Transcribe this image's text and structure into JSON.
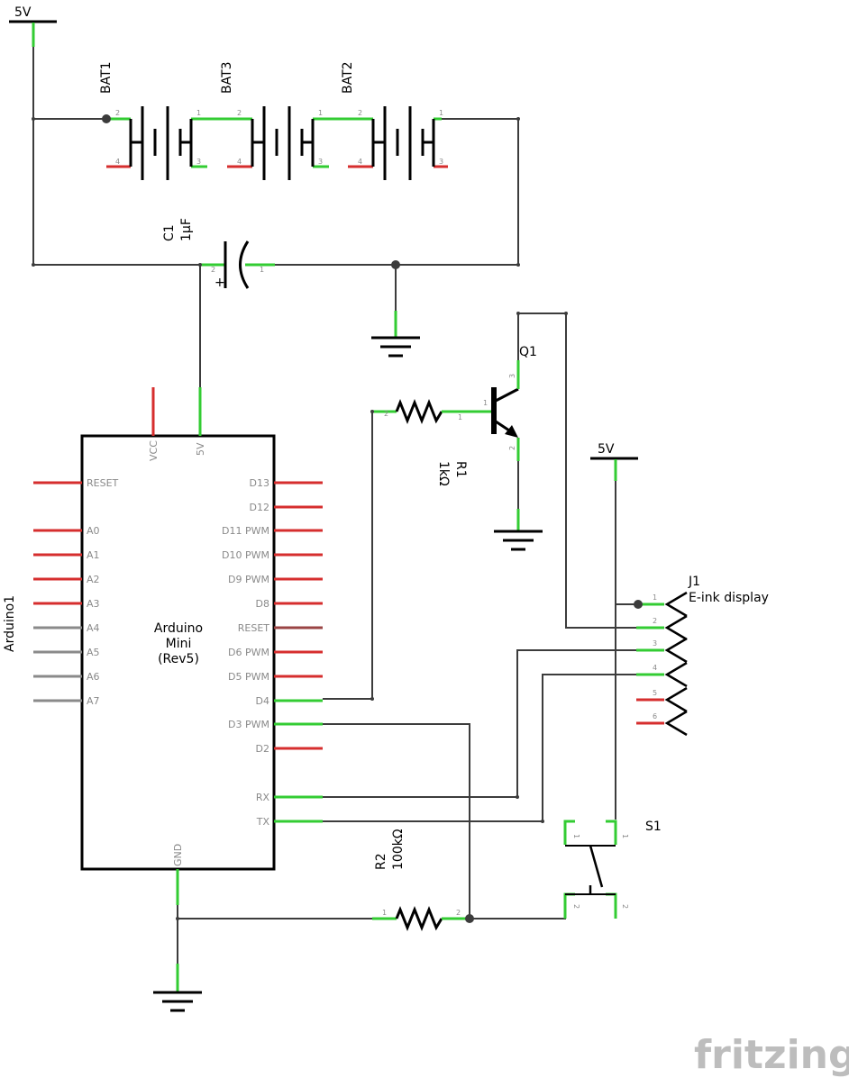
{
  "power": {
    "vcc_label": "5V"
  },
  "batteries": [
    {
      "ref": "BAT1",
      "pin_a": "2",
      "pin_b": "1",
      "pin_c": "4",
      "pin_d": "3"
    },
    {
      "ref": "BAT3",
      "pin_a": "2",
      "pin_b": "1",
      "pin_c": "4",
      "pin_d": "3"
    },
    {
      "ref": "BAT2",
      "pin_a": "2",
      "pin_b": "1",
      "pin_c": "4",
      "pin_d": "3"
    }
  ],
  "capacitor": {
    "ref": "C1",
    "value": "1µF",
    "plus": "+",
    "pin_left": "2",
    "pin_right": "1"
  },
  "transistor": {
    "ref": "Q1",
    "pin_b": "1",
    "pin_c": "3",
    "pin_e": "2"
  },
  "r1": {
    "ref": "R1",
    "value": "1kΩ",
    "pin_left": "2",
    "pin_right": "1"
  },
  "r2": {
    "ref": "R2",
    "value": "100kΩ",
    "pin_left": "1",
    "pin_right": "2"
  },
  "switch": {
    "ref": "S1",
    "pins": [
      "1",
      "1",
      "2",
      "2"
    ]
  },
  "connector": {
    "ref": "J1",
    "name": "E-ink display",
    "pins": [
      "1",
      "2",
      "3",
      "4",
      "5",
      "6"
    ]
  },
  "arduino": {
    "ref": "Arduino1",
    "title": [
      "Arduino",
      "Mini",
      "(Rev5)"
    ],
    "top_pins": [
      "VCC",
      "5V"
    ],
    "bottom_pin": "GND",
    "left_pins": [
      "RESET",
      "A0",
      "A1",
      "A2",
      "A3",
      "A4",
      "A5",
      "A6",
      "A7"
    ],
    "right_pins": [
      "D13",
      "D12",
      "D11 PWM",
      "D10 PWM",
      "D9 PWM",
      "D8",
      "RESET",
      "D6 PWM",
      "D5 PWM",
      "D4",
      "D3 PWM",
      "D2",
      "RX",
      "TX"
    ]
  },
  "watermark": "fritzing",
  "colors": {
    "connected_pin": "#33cc33",
    "unconnected_pin": "#d62e2e",
    "wire": "#3c3c3c"
  }
}
